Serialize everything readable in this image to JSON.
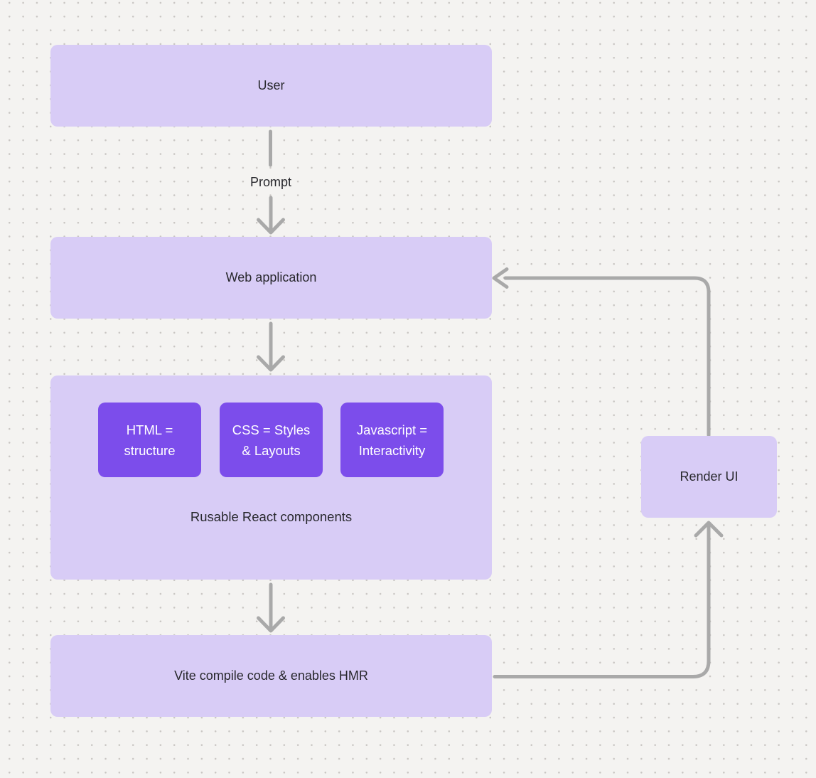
{
  "colors": {
    "canvas-bg": "#f4f3f1",
    "grid-dot": "#c9c6c3",
    "node-light": "#d8ccf6",
    "node-dark": "#7c4deb",
    "connector": "#a9a9a9",
    "text-dark": "#28282d",
    "text-light": "#ffffff"
  },
  "diagram": {
    "user": {
      "label": "User"
    },
    "prompt": {
      "label": "Prompt"
    },
    "web_app": {
      "label": "Web application"
    },
    "components": {
      "caption": "Rusable React components",
      "children": [
        {
          "line1": "HTML =",
          "line2": "structure"
        },
        {
          "line1": "CSS = Styles",
          "line2": "& Layouts"
        },
        {
          "line1": "Javascript =",
          "line2": "Interactivity"
        }
      ]
    },
    "vite": {
      "label": "Vite compile code & enables HMR"
    },
    "render_ui": {
      "label": "Render UI"
    }
  }
}
